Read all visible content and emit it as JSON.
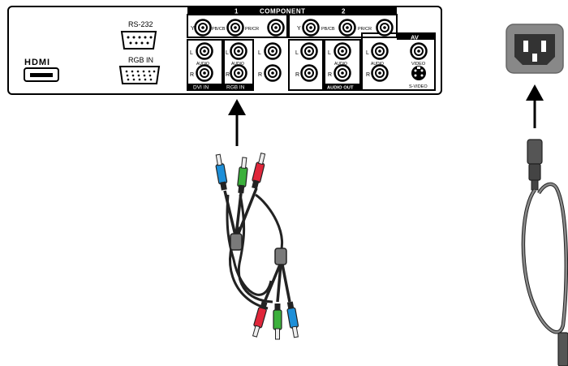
{
  "panel": {
    "hdmi_logo": "HDMI",
    "rs232_label": "RS-232",
    "rgb_in_label": "RGB IN",
    "component_title": "COMPONENT",
    "component_group_1": "1",
    "component_group_2": "2",
    "jack_y": "Y",
    "jack_pb": "PB/CB",
    "jack_pr": "PR/CR",
    "jack_l": "L",
    "jack_r": "R",
    "audio": "AUDIO",
    "dvi_in": "DVI IN",
    "rgb_in_bar": "RGB IN",
    "audio_out": "AUDIO OUT",
    "av_title": "AV",
    "video": "VIDEO",
    "s_video": "S-VIDEO"
  },
  "colors": {
    "component_y": "#1d8fd8",
    "component_pb": "#3cb03c",
    "component_pr": "#e0263a",
    "cable": "#222222",
    "power_cord": "#8a8a8a",
    "power_socket": "#333333"
  },
  "icons": [
    "arrow-up-icon",
    "power-inlet-icon",
    "component-cable-icon",
    "power-cord-icon"
  ]
}
